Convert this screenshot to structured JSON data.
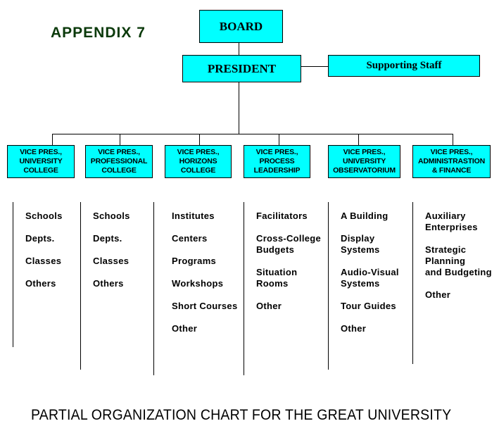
{
  "appendix_label": "APPENDIX 7",
  "board": "BOARD",
  "president": "PRESIDENT",
  "supporting_staff": "Supporting Staff",
  "vps": [
    {
      "title": "VICE PRES.,\nUNIVERSITY\nCOLLEGE",
      "items": [
        "Schools",
        "Depts.",
        "Classes",
        "Others"
      ]
    },
    {
      "title": "VICE PRES.,\nPROFESSIONAL\nCOLLEGE",
      "items": [
        "Schools",
        "Depts.",
        "Classes",
        "Others"
      ]
    },
    {
      "title": "VICE PRES.,\nHORIZONS\nCOLLEGE",
      "items": [
        "Institutes",
        "Centers",
        "Programs",
        "Workshops",
        "Short Courses",
        "Other"
      ]
    },
    {
      "title": "VICE PRES.,\nPROCESS\nLEADERSHIP",
      "items": [
        "Facilitators",
        "Cross-College\nBudgets",
        "Situation\nRooms",
        "Other"
      ]
    },
    {
      "title": "VICE PRES.,\nUNIVERSITY\nOBSERVATORIUM",
      "items": [
        "A Building",
        "Display\nSystems",
        "Audio-Visual\nSystems",
        "Tour Guides",
        "Other"
      ]
    },
    {
      "title": "VICE PRES.,\nADMINISTRASTION\n& FINANCE",
      "items": [
        "Auxiliary\nEnterprises",
        "Strategic\nPlanning\nand Budgeting",
        "Other"
      ]
    }
  ],
  "footer_title": "PARTIAL ORGANIZATION CHART FOR THE GREAT UNIVERSITY",
  "colors": {
    "box_fill": "#00ffff",
    "appendix": "#0b3a0b"
  }
}
